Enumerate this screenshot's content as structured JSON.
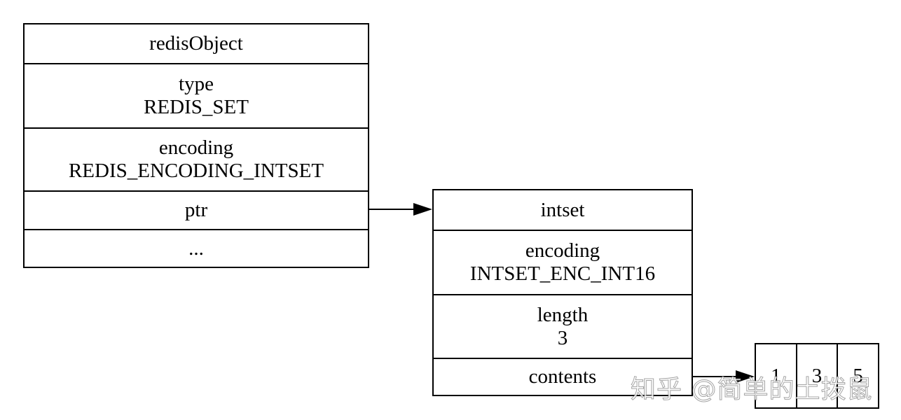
{
  "redis_object": {
    "title": "redisObject",
    "type_label": "type",
    "type_value": "REDIS_SET",
    "encoding_label": "encoding",
    "encoding_value": "REDIS_ENCODING_INTSET",
    "ptr_label": "ptr",
    "more_label": "..."
  },
  "intset": {
    "title": "intset",
    "encoding_label": "encoding",
    "encoding_value": "INTSET_ENC_INT16",
    "length_label": "length",
    "length_value": "3",
    "contents_label": "contents"
  },
  "contents_array": {
    "items": [
      "1",
      "3",
      "5"
    ]
  },
  "watermark": {
    "text": "知乎 @简单的土拨鼠"
  },
  "colors": {
    "stroke": "#000000",
    "background": "#ffffff"
  }
}
